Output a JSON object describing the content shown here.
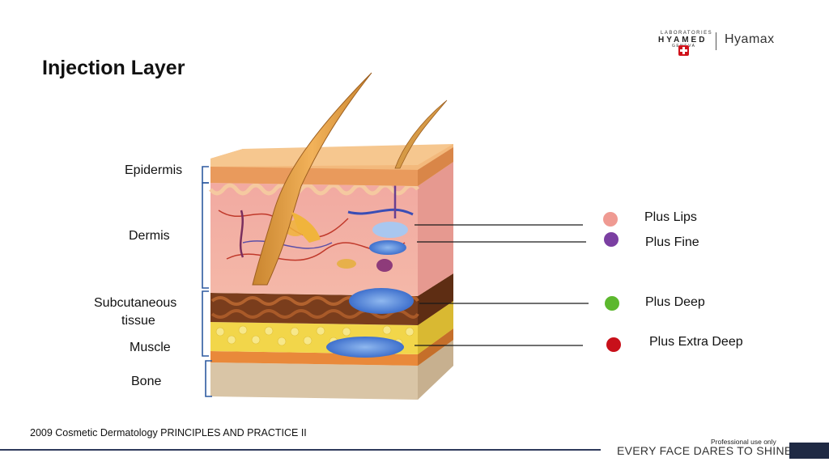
{
  "header": {
    "logo": {
      "small_text": "LABORATORIES",
      "brand": "HYAMED",
      "sub_text": "GENEVA",
      "product": "Hyamax"
    }
  },
  "title": "Injection Layer",
  "layers": {
    "epidermis": "Epidermis",
    "dermis": "Dermis",
    "subcutaneous_line1": "Subcutaneous",
    "subcutaneous_line2": "tissue",
    "muscle": "Muscle",
    "bone": "Bone"
  },
  "legend": [
    {
      "label": "Plus Lips",
      "color": "#ef9a92"
    },
    {
      "label": "Plus Fine",
      "color": "#7b3fa2"
    },
    {
      "label": "Plus Deep",
      "color": "#5cb82e"
    },
    {
      "label": "Plus Extra Deep",
      "color": "#c8101a"
    }
  ],
  "source": "2009 Cosmetic Dermatology PRINCIPLES AND PRACTICE II",
  "footer": {
    "note": "Professional use only",
    "tagline": "EVERY FACE DARES TO SHINE"
  }
}
